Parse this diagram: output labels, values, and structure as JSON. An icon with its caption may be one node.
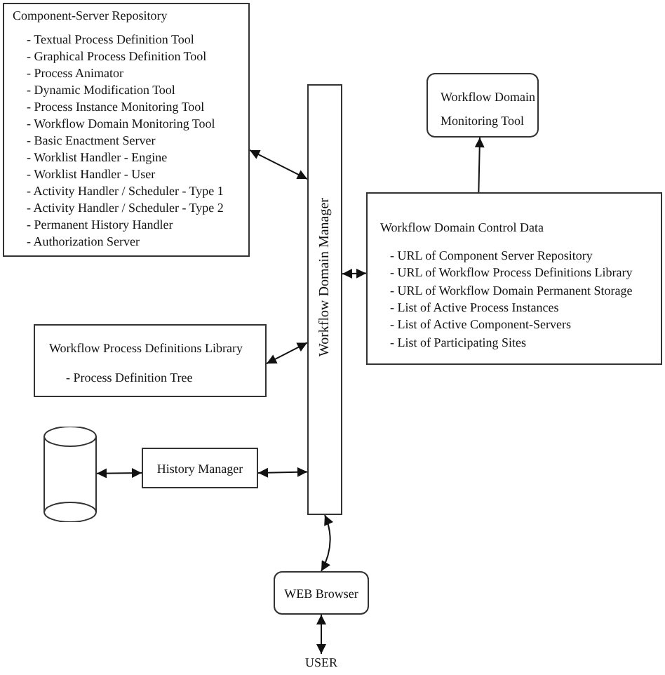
{
  "diagram": {
    "nodes": [
      {
        "text": [
          "Component-Server Repository",
          "- Textual Process Definition Tool",
          "- Graphical Process Definition Tool",
          "- Process Animator",
          "- Dynamic Modification Tool",
          "- Process Instance Monitoring Tool",
          "- Workflow Domain Monitoring Tool",
          "- Basic Enactment Server",
          "- Worklist Handler - Engine",
          "- Worklist Handler - User",
          "- Activity Handler / Scheduler - Type 1",
          "- Activity Handler / Scheduler - Type 2",
          "- Permanent History Handler",
          "- Authorization Server"
        ]
      },
      {
        "text": [
          "Workflow Domain Manager"
        ]
      },
      {
        "text": [
          "Workflow Domain Monitoring Tool"
        ]
      },
      {
        "text": [
          "Workflow Domain Control Data",
          "- URL of Component Server Repository",
          "- URL of Workflow Process Definitions Library",
          "- URL of Workflow Domain Permanent Storage",
          "- List of Active Process Instances",
          "- List of Active Component-Servers",
          "- List of Participating Sites"
        ]
      },
      {
        "text": [
          "Workflow Process Definitions Library",
          "- Process Definition Tree"
        ]
      },
      {
        "text": [],
        "shape": "cylinder"
      },
      {
        "text": [
          "History Manager"
        ]
      },
      {
        "text": [
          "WEB Browser"
        ]
      },
      {
        "text": [
          "USER"
        ]
      }
    ],
    "edges": [
      {
        "from": 0,
        "to": 1,
        "arrow": "both"
      },
      {
        "from": 1,
        "to": 3,
        "arrow": "both"
      },
      {
        "from": 3,
        "to": 2,
        "arrow": "to"
      },
      {
        "from": 4,
        "to": 1,
        "arrow": "both"
      },
      {
        "from": 5,
        "to": 6,
        "arrow": "both"
      },
      {
        "from": 6,
        "to": 1,
        "arrow": "both"
      },
      {
        "from": 1,
        "to": 7,
        "arrow": "both"
      },
      {
        "from": 7,
        "to": 8,
        "arrow": "both"
      }
    ]
  }
}
